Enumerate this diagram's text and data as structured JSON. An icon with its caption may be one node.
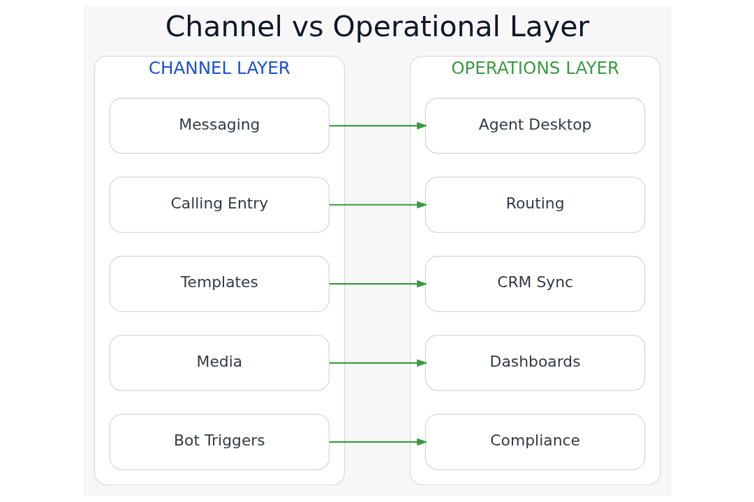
{
  "diagram": {
    "title": "Channel vs Operational Layer",
    "nodes": [
      {
        "text": [
          "CHANNEL LAYER"
        ]
      },
      {
        "text": [
          "Messaging"
        ],
        "in": 0
      },
      {
        "text": [
          "Calling Entry"
        ],
        "in": 0
      },
      {
        "text": [
          "Templates"
        ],
        "in": 0
      },
      {
        "text": [
          "Media"
        ],
        "in": 0
      },
      {
        "text": [
          "Bot Triggers"
        ],
        "in": 0
      },
      {
        "text": [
          "OPERATIONS LAYER"
        ]
      },
      {
        "text": [
          "Agent Desktop"
        ],
        "in": 6
      },
      {
        "text": [
          "Routing"
        ],
        "in": 6
      },
      {
        "text": [
          "CRM Sync"
        ],
        "in": 6
      },
      {
        "text": [
          "Dashboards"
        ],
        "in": 6
      },
      {
        "text": [
          "Compliance"
        ],
        "in": 6
      }
    ],
    "edges": [
      {
        "from": 1,
        "to": 7,
        "arrow": "to"
      },
      {
        "from": 2,
        "to": 8,
        "arrow": "to"
      },
      {
        "from": 3,
        "to": 9,
        "arrow": "to"
      },
      {
        "from": 4,
        "to": 10,
        "arrow": "to"
      },
      {
        "from": 5,
        "to": 11,
        "arrow": "to"
      }
    ]
  }
}
